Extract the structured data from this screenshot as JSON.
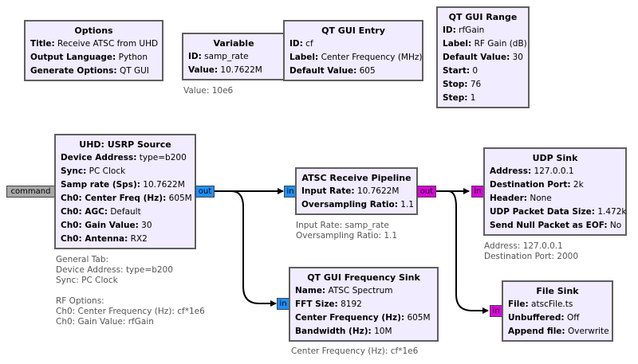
{
  "blocks": {
    "options": {
      "title": "Options",
      "rows": [
        {
          "label": "Title:",
          "value": "Receive ATSC from UHD"
        },
        {
          "label": "Output Language:",
          "value": "Python"
        },
        {
          "label": "Generate Options:",
          "value": "QT GUI"
        }
      ]
    },
    "variable": {
      "title": "Variable",
      "rows": [
        {
          "label": "ID:",
          "value": "samp_rate"
        },
        {
          "label": "Value:",
          "value": "10.7622M"
        }
      ],
      "note": [
        "Value: 10e6"
      ]
    },
    "qt_gui_entry": {
      "title": "QT GUI Entry",
      "rows": [
        {
          "label": "ID:",
          "value": "cf"
        },
        {
          "label": "Label:",
          "value": "Center Frequency (MHz)"
        },
        {
          "label": "Default Value:",
          "value": "605"
        }
      ]
    },
    "qt_gui_range": {
      "title": "QT GUI Range",
      "rows": [
        {
          "label": "ID:",
          "value": "rfGain"
        },
        {
          "label": "Label:",
          "value": "RF Gain (dB)"
        },
        {
          "label": "Default Value:",
          "value": "30"
        },
        {
          "label": "Start:",
          "value": "0"
        },
        {
          "label": "Stop:",
          "value": "76"
        },
        {
          "label": "Step:",
          "value": "1"
        }
      ]
    },
    "usrp_source": {
      "title": "UHD: USRP Source",
      "rows": [
        {
          "label": "Device Address:",
          "value": "type=b200"
        },
        {
          "label": "Sync:",
          "value": "PC Clock"
        },
        {
          "label": "Samp rate (Sps):",
          "value": "10.7622M"
        },
        {
          "label": "Ch0: Center Freq (Hz):",
          "value": "605M"
        },
        {
          "label": "Ch0: AGC:",
          "value": "Default"
        },
        {
          "label": "Ch0: Gain Value:",
          "value": "30"
        },
        {
          "label": "Ch0: Antenna:",
          "value": "RX2"
        }
      ],
      "note": [
        "General Tab:",
        "Device Address: type=b200",
        "Sync: PC Clock",
        "",
        "RF Options:",
        "Ch0: Center Frequency (Hz): cf*1e6",
        "Ch0: Gain Value: rfGain"
      ]
    },
    "atsc_pipeline": {
      "title": "ATSC Receive Pipeline",
      "rows": [
        {
          "label": "Input Rate:",
          "value": "10.7622M"
        },
        {
          "label": "Oversampling Ratio:",
          "value": "1.1"
        }
      ],
      "note": [
        "Input Rate: samp_rate",
        "Oversampling Ratio: 1.1"
      ]
    },
    "udp_sink": {
      "title": "UDP Sink",
      "rows": [
        {
          "label": "Address:",
          "value": "127.0.0.1"
        },
        {
          "label": "Destination Port:",
          "value": "2k"
        },
        {
          "label": "Header:",
          "value": "None"
        },
        {
          "label": "UDP Packet Data Size:",
          "value": "1.472k"
        },
        {
          "label": "Send Null Packet as EOF:",
          "value": "No"
        }
      ],
      "note": [
        "Address: 127.0.0.1",
        "Destination Port: 2000"
      ]
    },
    "freq_sink": {
      "title": "QT GUI Frequency Sink",
      "rows": [
        {
          "label": "Name:",
          "value": "ATSC Spectrum"
        },
        {
          "label": "FFT Size:",
          "value": "8192"
        },
        {
          "label": "Center Frequency (Hz):",
          "value": "605M"
        },
        {
          "label": "Bandwidth (Hz):",
          "value": "10M"
        }
      ],
      "note": [
        "Center Frequency (Hz): cf*1e6"
      ]
    },
    "file_sink": {
      "title": "File Sink",
      "rows": [
        {
          "label": "File:",
          "value": "atscFile.ts"
        },
        {
          "label": "Unbuffered:",
          "value": "Off"
        },
        {
          "label": "Append file:",
          "value": "Overwrite"
        }
      ]
    }
  },
  "ports": {
    "command": "command",
    "usrp_out": "out",
    "atsc_in": "in",
    "atsc_out": "out",
    "udp_in": "in",
    "freq_in": "in",
    "file_in": "in"
  },
  "colors": {
    "block_fill": "#f1ecff",
    "block_border": "#5f5f5f",
    "complex_port": "#1e90ff",
    "byte_port": "#e000e0",
    "message_port": "#a8a8a8",
    "connection": "#000000"
  }
}
